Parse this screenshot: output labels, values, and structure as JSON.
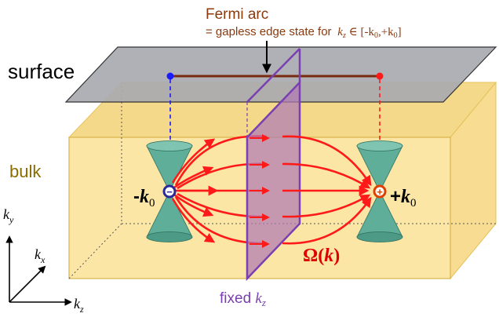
{
  "labels": {
    "fermi_arc": "Fermi arc",
    "gapless_prefix": "= gapless edge state for",
    "gapless_kz": "k",
    "gapless_kz_sub": "z",
    "gapless_range": " ∈ [-k",
    "gapless_range_sub1": "0",
    "gapless_range_mid": ",+k",
    "gapless_range_sub2": "0",
    "gapless_range_end": "]",
    "surface": "surface",
    "bulk": "bulk",
    "left_node_sign": "-",
    "left_node_k": "k",
    "left_node_sub": "0",
    "right_node_sign": "+",
    "right_node_k": "k",
    "right_node_sub": "0",
    "left_node_charge": "−",
    "right_node_charge": "+",
    "omega": "Ω",
    "omega_open": "(",
    "omega_k": "k",
    "omega_close": ")",
    "fixed_prefix": "fixed ",
    "fixed_k": "k",
    "fixed_sub": "z",
    "axis_ky": "k",
    "axis_ky_sub": "y",
    "axis_kx": "k",
    "axis_kx_sub": "x",
    "axis_kz": "k",
    "axis_kz_sub": "z"
  },
  "colors": {
    "fermi_text": "#8b3a0e",
    "surface_fill": "#a9aab0",
    "bulk_fill": "#fbe6a6",
    "bulk_text": "#8a6d00",
    "arc_line": "#7a2c10",
    "left_node": "#1a1aff",
    "right_node": "#ff1a1a",
    "cone_fill": "#5fae9a",
    "plane_fill": "#b07ab4",
    "plane_edge": "#7a3fb0",
    "field_arrow": "#ff1a1a",
    "omega_text": "#e00000",
    "fixed_text": "#7a3fb0"
  }
}
